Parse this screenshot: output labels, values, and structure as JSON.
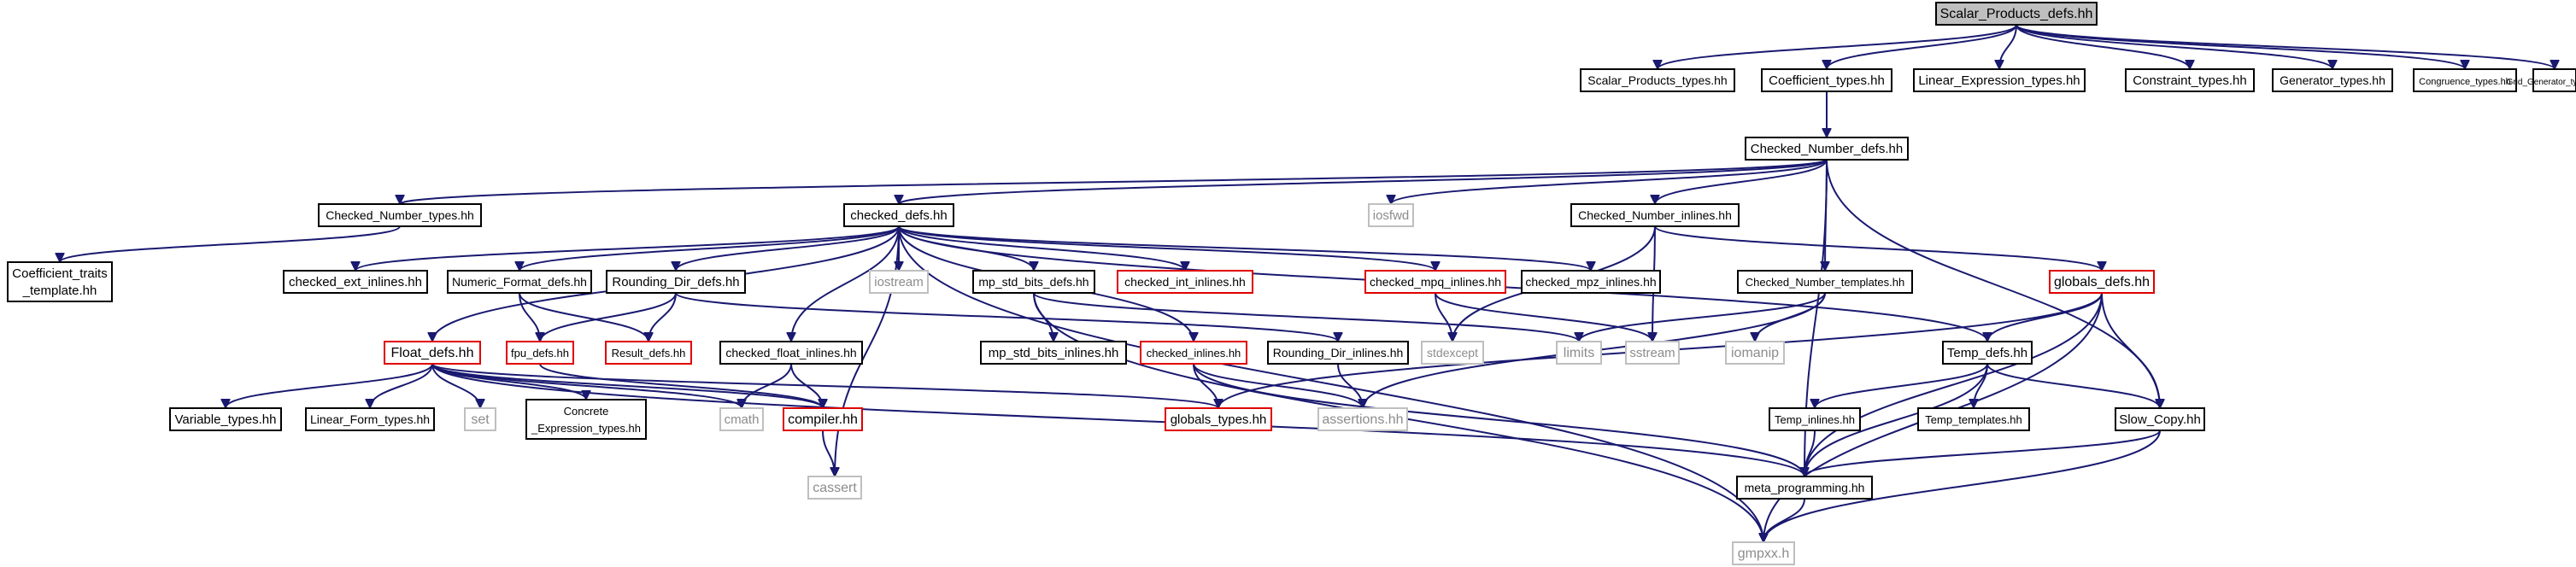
{
  "page_title": "Scalar_Products_defs.hh",
  "colors": {
    "edge": "#191970",
    "root_fill": "#bfbfbf",
    "node_border": "#000000",
    "incomplete_border": "#e00000",
    "external_border": "#bfbfbf",
    "external_text": "#8c8c8c"
  },
  "nodes": {
    "scalar_products_defs": {
      "label": "Scalar_Products_defs.hh",
      "kind": "root"
    },
    "scalar_products_types": {
      "label": "Scalar_Products_types.hh",
      "kind": "normal"
    },
    "coefficient_types": {
      "label": "Coefficient_types.hh",
      "kind": "normal"
    },
    "linear_expression_types": {
      "label": "Linear_Expression_types.hh",
      "kind": "normal"
    },
    "constraint_types": {
      "label": "Constraint_types.hh",
      "kind": "normal"
    },
    "generator_types": {
      "label": "Generator_types.hh",
      "kind": "normal"
    },
    "congruence_types": {
      "label": "Congruence_types.hh",
      "kind": "normal"
    },
    "grid_generator_types": {
      "label": "Grid_Generator_types.hh",
      "kind": "normal"
    },
    "checked_number_defs": {
      "label": "Checked_Number_defs.hh",
      "kind": "normal"
    },
    "checked_number_types": {
      "label": "Checked_Number_types.hh",
      "kind": "normal"
    },
    "checked_defs": {
      "label": "checked_defs.hh",
      "kind": "normal"
    },
    "checked_number_inlines": {
      "label": "Checked_Number_inlines.hh",
      "kind": "normal"
    },
    "iosfwd": {
      "label": "iosfwd",
      "kind": "external"
    },
    "coefficient_traits_template": {
      "label": "Coefficient_traits_template.hh",
      "kind": "normal"
    },
    "checked_ext_inlines": {
      "label": "checked_ext_inlines.hh",
      "kind": "normal"
    },
    "numeric_format_defs": {
      "label": "Numeric_Format_defs.hh",
      "kind": "normal"
    },
    "rounding_dir_defs": {
      "label": "Rounding_Dir_defs.hh",
      "kind": "normal"
    },
    "iostream": {
      "label": "iostream",
      "kind": "external"
    },
    "mp_std_bits_defs": {
      "label": "mp_std_bits_defs.hh",
      "kind": "normal"
    },
    "checked_int_inlines": {
      "label": "checked_int_inlines.hh",
      "kind": "incomplete"
    },
    "checked_mpq_inlines": {
      "label": "checked_mpq_inlines.hh",
      "kind": "incomplete"
    },
    "checked_mpz_inlines": {
      "label": "checked_mpz_inlines.hh",
      "kind": "normal"
    },
    "checked_number_templates": {
      "label": "Checked_Number_templates.hh",
      "kind": "normal"
    },
    "globals_defs": {
      "label": "globals_defs.hh",
      "kind": "incomplete"
    },
    "float_defs": {
      "label": "Float_defs.hh",
      "kind": "incomplete"
    },
    "fpu_defs": {
      "label": "fpu_defs.hh",
      "kind": "incomplete"
    },
    "result_defs": {
      "label": "Result_defs.hh",
      "kind": "incomplete"
    },
    "checked_float_inlines": {
      "label": "checked_float_inlines.hh",
      "kind": "normal"
    },
    "mp_std_bits_inlines": {
      "label": "mp_std_bits_inlines.hh",
      "kind": "normal"
    },
    "checked_inlines": {
      "label": "checked_inlines.hh",
      "kind": "incomplete"
    },
    "rounding_dir_inlines": {
      "label": "Rounding_Dir_inlines.hh",
      "kind": "normal"
    },
    "stdexcept": {
      "label": "stdexcept",
      "kind": "external"
    },
    "limits": {
      "label": "limits",
      "kind": "external"
    },
    "sstream": {
      "label": "sstream",
      "kind": "external"
    },
    "iomanip": {
      "label": "iomanip",
      "kind": "external"
    },
    "temp_defs": {
      "label": "Temp_defs.hh",
      "kind": "normal"
    },
    "variable_types": {
      "label": "Variable_types.hh",
      "kind": "normal"
    },
    "linear_form_types": {
      "label": "Linear_Form_types.hh",
      "kind": "normal"
    },
    "set": {
      "label": "set",
      "kind": "external"
    },
    "concrete_expression_types": {
      "label": "Concrete_Expression_types.hh",
      "kind": "normal"
    },
    "cmath": {
      "label": "cmath",
      "kind": "external"
    },
    "compiler": {
      "label": "compiler.hh",
      "kind": "incomplete"
    },
    "globals_types": {
      "label": "globals_types.hh",
      "kind": "incomplete"
    },
    "assertions": {
      "label": "assertions.hh",
      "kind": "external"
    },
    "temp_inlines": {
      "label": "Temp_inlines.hh",
      "kind": "normal"
    },
    "temp_templates": {
      "label": "Temp_templates.hh",
      "kind": "normal"
    },
    "slow_copy": {
      "label": "Slow_Copy.hh",
      "kind": "normal"
    },
    "cassert": {
      "label": "cassert",
      "kind": "external"
    },
    "meta_programming": {
      "label": "meta_programming.hh",
      "kind": "normal"
    },
    "gmpxx": {
      "label": "gmpxx.h",
      "kind": "external"
    }
  }
}
